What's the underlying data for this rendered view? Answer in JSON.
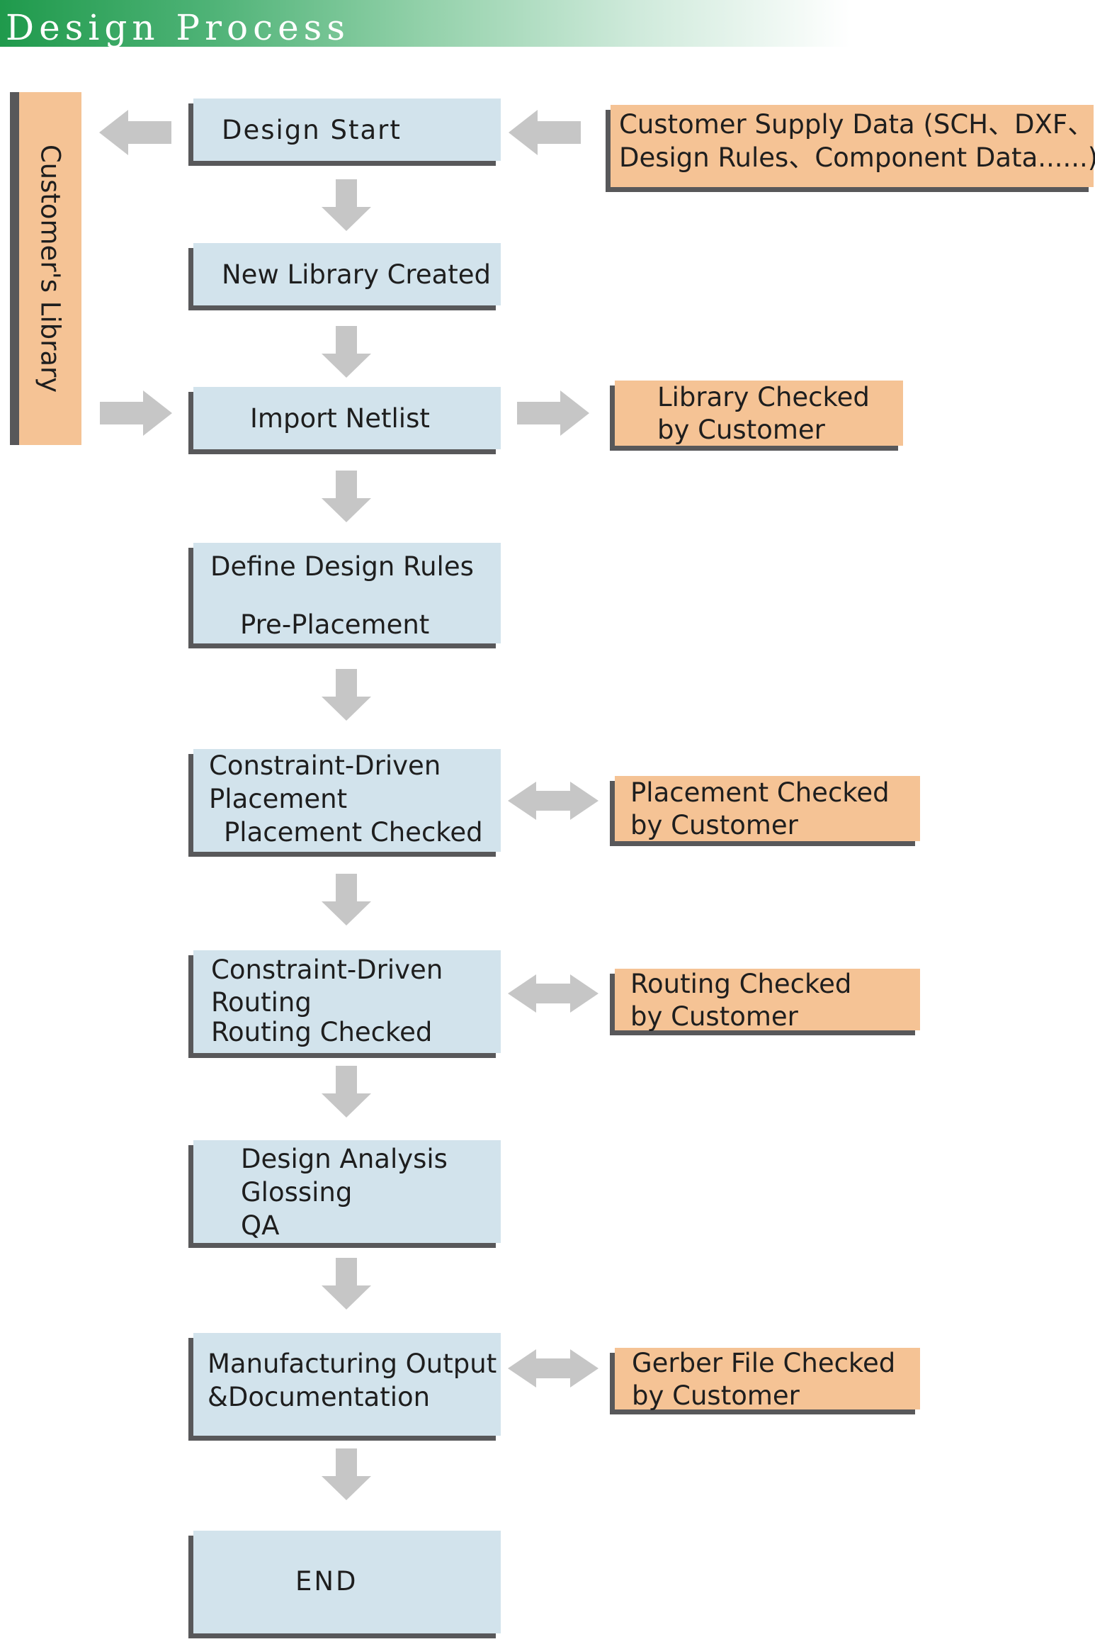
{
  "title": "Design Process",
  "side_library": {
    "label": "Customer's Library"
  },
  "steps": {
    "design_start": {
      "lines": [
        "Design Start"
      ]
    },
    "new_library": {
      "lines": [
        "New Library Created"
      ]
    },
    "import_netlist": {
      "lines": [
        "Import Netlist"
      ]
    },
    "define_rules": {
      "lines": [
        "Define Design Rules",
        "Pre-Placement"
      ]
    },
    "placement": {
      "lines": [
        "Constraint-Driven",
        "Placement",
        "Placement Checked"
      ]
    },
    "routing": {
      "lines": [
        "Constraint-Driven",
        "Routing",
        "Routing Checked"
      ]
    },
    "analysis": {
      "lines": [
        "Design Analysis",
        "Glossing",
        "QA"
      ]
    },
    "manufacturing": {
      "lines": [
        "Manufacturing Output",
        "&Documentation"
      ]
    },
    "end": {
      "lines": [
        "END"
      ]
    }
  },
  "checks": {
    "customer_supply": {
      "lines": [
        "Customer  Supply  Data (SCH、DXF、",
        "Design Rules、Component Data......)"
      ]
    },
    "library_checked": {
      "lines": [
        "Library Checked",
        "by Customer"
      ]
    },
    "placement_checked": {
      "lines": [
        "Placement  Checked",
        "by Customer"
      ]
    },
    "routing_checked": {
      "lines": [
        "Routing Checked",
        "by Customer"
      ]
    },
    "gerber_checked": {
      "lines": [
        "Gerber File Checked",
        "by Customer"
      ]
    }
  },
  "colors": {
    "step_fill": "#d2e3ec",
    "check_fill": "#f5c395",
    "shadow": "#58585a",
    "arrow": "#c6c6c6",
    "title_green": "#1f9a4c"
  }
}
